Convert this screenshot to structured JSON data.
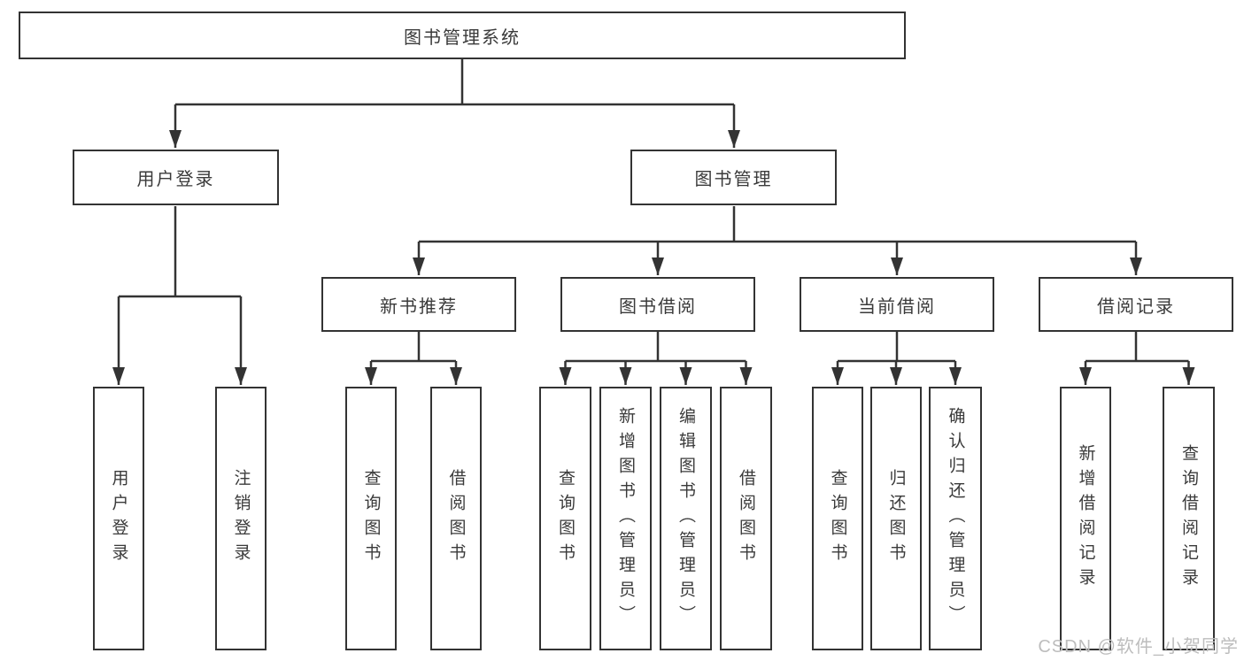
{
  "tree": {
    "title": "图书管理系统",
    "branches": [
      {
        "label": "用户登录",
        "children": [
          {
            "label": "用户登录"
          },
          {
            "label": "注销登录"
          }
        ]
      },
      {
        "label": "图书管理",
        "children": [
          {
            "label": "新书推荐",
            "children": [
              {
                "label": "查询图书"
              },
              {
                "label": "借阅图书"
              }
            ]
          },
          {
            "label": "图书借阅",
            "children": [
              {
                "label": "查询图书"
              },
              {
                "label": "新增图书（管理员）"
              },
              {
                "label": "编辑图书（管理员）"
              },
              {
                "label": "借阅图书"
              }
            ]
          },
          {
            "label": "当前借阅",
            "children": [
              {
                "label": "查询图书"
              },
              {
                "label": "归还图书"
              },
              {
                "label": "确认归还（管理员）"
              }
            ]
          },
          {
            "label": "借阅记录",
            "children": [
              {
                "label": "新增借阅记录"
              },
              {
                "label": "查询借阅记录"
              }
            ]
          }
        ]
      }
    ]
  },
  "watermark": "CSDN @软件_小贺同学",
  "colors": {
    "line": "#333333",
    "text": "#3a3a3a",
    "box_fill": "#ffffff",
    "background": "#ffffff",
    "watermark": "#bdbdbd"
  }
}
